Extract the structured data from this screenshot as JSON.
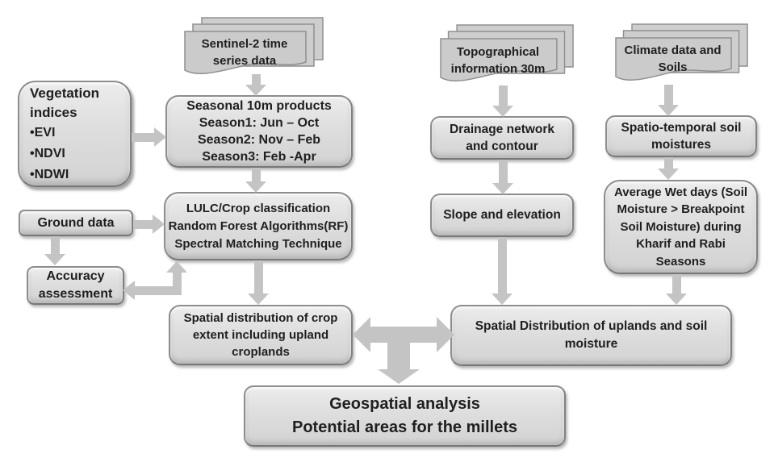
{
  "colors": {
    "background": "#ffffff",
    "box_fill_top": "#ececec",
    "box_fill_bottom": "#d2d2d2",
    "box_border": "#8d8d8d",
    "doc_fill": "#cbcbcb",
    "doc_border": "#8f8f8f",
    "arrow": "#c4c4c4",
    "text": "#1f1f1f"
  },
  "documents": {
    "sentinel": {
      "lines": [
        "Sentinel-2 time",
        "series data"
      ]
    },
    "topographical": {
      "lines": [
        "Topographical",
        "information 30m"
      ]
    },
    "climate": {
      "lines": [
        "Climate data and",
        "Soils"
      ]
    }
  },
  "boxes": {
    "vegetation": {
      "title": "Vegetation indices",
      "items": [
        "•EVI",
        "•NDVI",
        "•NDWI"
      ]
    },
    "seasonal": {
      "lines": [
        "Seasonal 10m products",
        "Season1: Jun – Oct",
        "Season2: Nov – Feb",
        "Season3: Feb -Apr"
      ]
    },
    "ground": {
      "label": "Ground data"
    },
    "lulc": {
      "lines": [
        "LULC/Crop classification",
        "Random Forest Algorithms(RF)",
        "Spectral Matching Technique"
      ]
    },
    "accuracy": {
      "lines": [
        "Accuracy",
        "assessment"
      ]
    },
    "crop_extent": {
      "label": "Spatial distribution of crop extent including upland croplands"
    },
    "drainage": {
      "label": "Drainage network and contour"
    },
    "slope": {
      "label": "Slope and elevation"
    },
    "spatio_temporal": {
      "label": "Spatio-temporal soil moistures"
    },
    "wet_days": {
      "label": "Average Wet days (Soil Moisture > Breakpoint Soil Moisture) during Kharif and Rabi Seasons"
    },
    "uplands": {
      "label": "Spatial Distribution of uplands and soil moisture"
    },
    "geospatial": {
      "lines": [
        "Geospatial analysis",
        "Potential areas for the millets"
      ]
    }
  }
}
